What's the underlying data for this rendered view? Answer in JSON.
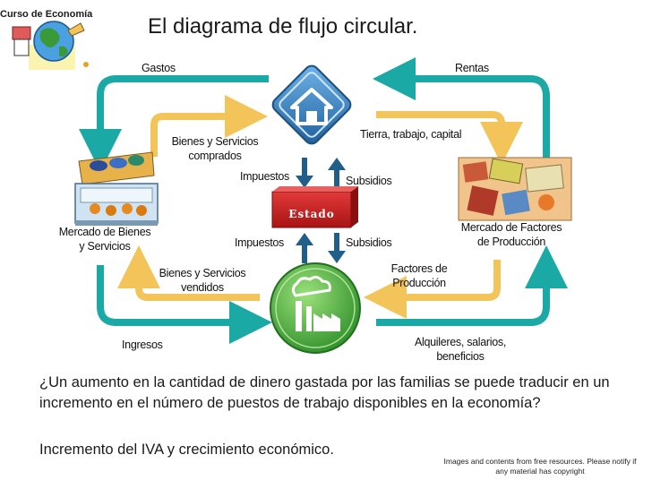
{
  "corner_label": "Curso de Economía",
  "title": "El diagrama de flujo circular.",
  "labels": {
    "gastos": "Gastos",
    "rentas": "Rentas",
    "bienes_comprados_1": "Bienes y Servicios",
    "bienes_comprados_2": "comprados",
    "tierra": "Tierra, trabajo, capital",
    "impuestos_top": "Impuestos",
    "subsidios_top": "Subsidios",
    "estado": "Estado",
    "impuestos_bottom": "Impuestos",
    "subsidios_bottom": "Subsidios",
    "mercado_bienes_1": "Mercado de Bienes",
    "mercado_bienes_2": "y Servicios",
    "mercado_factores_1": "Mercado de Factores",
    "mercado_factores_2": "de Producción",
    "bienes_vendidos_1": "Bienes y Servicios",
    "bienes_vendidos_2": "vendidos",
    "factores_1": "Factores de",
    "factores_2": "Producción",
    "ingresos": "Ingresos",
    "alquileres_1": "Alquileres, salarios,",
    "alquileres_2": "beneficios"
  },
  "question": "¿Un aumento en la cantidad de dinero gastada por las familias se puede traducir en un incremento en el número de puestos de trabajo disponibles en la economía?",
  "statement": "Incremento del IVA y crecimiento económico.",
  "credit": "Images and contents from free resources. Please notify if any material has copyright",
  "icons": [
    "household-house-icon",
    "firm-factory-icon",
    "clipart-globe-icon",
    "goods-market-icon",
    "factor-market-icon"
  ],
  "colors": {
    "teal": "#1aa9a5",
    "gold": "#f2c45a",
    "estado": "#cc2020",
    "arrow_blue": "#1f5f8a",
    "house_blue": "#2f7fc1",
    "factory_green": "#3fa535"
  }
}
